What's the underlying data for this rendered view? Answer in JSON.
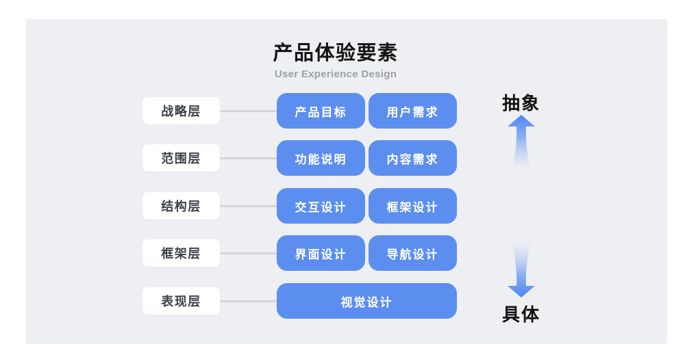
{
  "header": {
    "title": "产品体验要素",
    "subtitle": "User Experience Design"
  },
  "rows": [
    {
      "layer": "战略层",
      "items": [
        "产品目标",
        "用户需求"
      ]
    },
    {
      "layer": "范围层",
      "items": [
        "功能说明",
        "内容需求"
      ]
    },
    {
      "layer": "结构层",
      "items": [
        "交互设计",
        "框架设计"
      ]
    },
    {
      "layer": "框架层",
      "items": [
        "界面设计",
        "导航设计"
      ]
    },
    {
      "layer": "表现层",
      "items": [
        "视觉设计"
      ]
    }
  ],
  "axis": {
    "top_label": "抽象",
    "bottom_label": "具体"
  },
  "colors": {
    "accent_blue": "#5c8eef",
    "arrow_blue": "#4c85f2",
    "panel_bg": "#edeff2",
    "connector_gray": "#d4d6da",
    "subtitle_gray": "#9ba0a8"
  }
}
